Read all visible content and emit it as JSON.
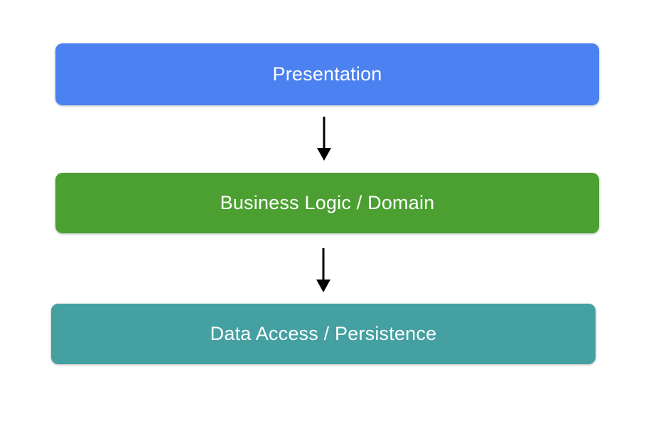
{
  "diagram": {
    "type": "layered-architecture-flow",
    "background": "#ffffff",
    "arrow_color": "#000000",
    "layers": [
      {
        "label": "Presentation",
        "fill": "#4b81f0",
        "text_color": "#ffffff"
      },
      {
        "label": "Business Logic / Domain",
        "fill": "#4ca032",
        "text_color": "#ffffff"
      },
      {
        "label": "Data Access / Persistence",
        "fill": "#44a0a1",
        "text_color": "#ffffff"
      }
    ],
    "connections": [
      {
        "from": "Presentation",
        "to": "Business Logic / Domain"
      },
      {
        "from": "Business Logic / Domain",
        "to": "Data Access / Persistence"
      }
    ]
  }
}
